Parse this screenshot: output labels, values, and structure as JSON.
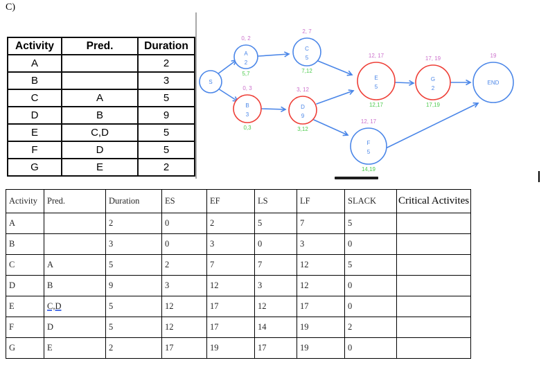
{
  "page": {
    "label": "C)"
  },
  "colors": {
    "blue": "#4a86e8",
    "red": "#ee3e36",
    "pink": "#cc70cc",
    "green": "#4ecb4e"
  },
  "activity_table": {
    "headers": [
      "Activity",
      "Pred.",
      "Duration"
    ],
    "rows": [
      [
        "A",
        "",
        "2"
      ],
      [
        "B",
        "",
        "3"
      ],
      [
        "C",
        "A",
        "5"
      ],
      [
        "D",
        "B",
        "9"
      ],
      [
        "E",
        "C,D",
        "5"
      ],
      [
        "F",
        "D",
        "5"
      ],
      [
        "G",
        "E",
        "2"
      ]
    ]
  },
  "diagram": {
    "nodes": [
      {
        "id": "S",
        "duration": "",
        "es_ef": "",
        "ls_lf": "",
        "color": "blue"
      },
      {
        "id": "A",
        "duration": "2",
        "es_ef": "0, 2",
        "ls_lf": "5,7",
        "color": "blue"
      },
      {
        "id": "C",
        "duration": "5",
        "es_ef": "2, 7",
        "ls_lf": "7,12",
        "color": "blue"
      },
      {
        "id": "B",
        "duration": "3",
        "es_ef": "0, 3",
        "ls_lf": "0,3",
        "color": "red"
      },
      {
        "id": "D",
        "duration": "9",
        "es_ef": "3, 12",
        "ls_lf": "3,12",
        "color": "red"
      },
      {
        "id": "E",
        "duration": "5",
        "es_ef": "12, 17",
        "ls_lf": "12,17",
        "color": "red"
      },
      {
        "id": "G",
        "duration": "2",
        "es_ef": "17, 19",
        "ls_lf": "17,19",
        "color": "red"
      },
      {
        "id": "END",
        "duration": "",
        "es_ef": "19",
        "ls_lf": "",
        "color": "blue"
      },
      {
        "id": "F",
        "duration": "5",
        "es_ef": "12, 17",
        "ls_lf": "14,19",
        "color": "blue"
      }
    ],
    "edges": [
      [
        "S",
        "A"
      ],
      [
        "S",
        "B"
      ],
      [
        "A",
        "C"
      ],
      [
        "B",
        "D"
      ],
      [
        "C",
        "E"
      ],
      [
        "D",
        "E"
      ],
      [
        "D",
        "F"
      ],
      [
        "E",
        "G"
      ],
      [
        "G",
        "END"
      ],
      [
        "F",
        "END"
      ]
    ]
  },
  "schedule_table": {
    "headers": [
      "Activity",
      "Pred.",
      "Duration",
      "ES",
      "EF",
      "LS",
      "LF",
      "SLACK",
      "Critical Activites"
    ],
    "rows": [
      [
        "A",
        "",
        "2",
        "0",
        "2",
        "5",
        "7",
        "5",
        ""
      ],
      [
        "B",
        "",
        "3",
        "0",
        "3",
        "0",
        "3",
        "0",
        ""
      ],
      [
        "C",
        "A",
        "5",
        "2",
        "7",
        "7",
        "12",
        "5",
        ""
      ],
      [
        "D",
        "B",
        "9",
        "3",
        "12",
        "3",
        "12",
        "0",
        ""
      ],
      [
        "E",
        "C,D",
        "5",
        "12",
        "17",
        "12",
        "17",
        "0",
        ""
      ],
      [
        "F",
        "D",
        "5",
        "12",
        "17",
        "14",
        "19",
        "2",
        ""
      ],
      [
        "G",
        "E",
        "2",
        "17",
        "19",
        "17",
        "19",
        "0",
        ""
      ]
    ],
    "underlined_cell": {
      "row": 4,
      "col": 1
    }
  }
}
